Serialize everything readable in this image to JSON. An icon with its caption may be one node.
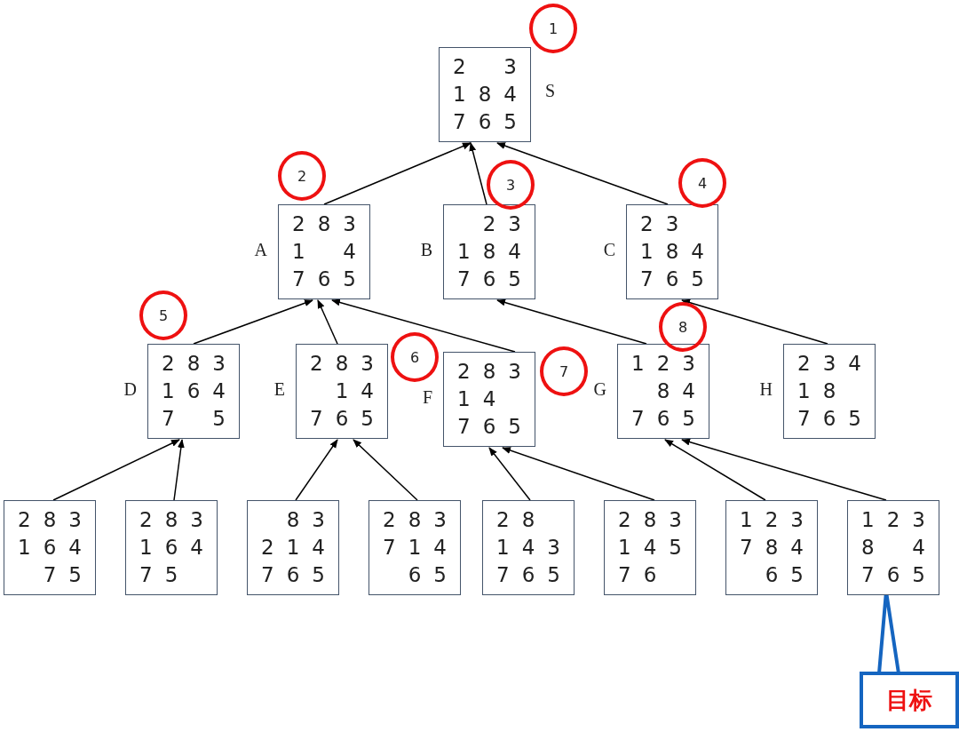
{
  "diagram": {
    "nodes": [
      {
        "text": [
          "2",
          "3",
          "1",
          "8",
          "4",
          "7",
          "6",
          "5"
        ],
        "beside": [
          "S"
        ]
      },
      {
        "text": [
          "2",
          "8",
          "3",
          "1",
          "4",
          "7",
          "6",
          "5"
        ],
        "beside": [
          "A"
        ]
      },
      {
        "text": [
          "2",
          "3",
          "1",
          "8",
          "4",
          "7",
          "6",
          "5"
        ],
        "beside": [
          "B"
        ]
      },
      {
        "text": [
          "2",
          "3",
          "1",
          "8",
          "4",
          "7",
          "6",
          "5"
        ],
        "beside": [
          "C"
        ]
      },
      {
        "text": [
          "2",
          "8",
          "3",
          "1",
          "6",
          "4",
          "7",
          "5"
        ],
        "beside": [
          "D"
        ]
      },
      {
        "text": [
          "2",
          "8",
          "3",
          "1",
          "4",
          "7",
          "6",
          "5"
        ],
        "beside": [
          "E"
        ]
      },
      {
        "text": [
          "2",
          "8",
          "3",
          "1",
          "4",
          "7",
          "6",
          "5"
        ],
        "beside": [
          "F"
        ]
      },
      {
        "text": [
          "1",
          "2",
          "3",
          "8",
          "4",
          "7",
          "6",
          "5"
        ],
        "beside": [
          "G"
        ]
      },
      {
        "text": [
          "2",
          "3",
          "4",
          "1",
          "8",
          "7",
          "6",
          "5"
        ],
        "beside": [
          "H"
        ]
      },
      {
        "text": [
          "2",
          "8",
          "3",
          "1",
          "6",
          "4",
          "7",
          "5"
        ]
      },
      {
        "text": [
          "2",
          "8",
          "3",
          "1",
          "6",
          "4",
          "7",
          "5"
        ]
      },
      {
        "text": [
          "8",
          "3",
          "2",
          "1",
          "4",
          "7",
          "6",
          "5"
        ]
      },
      {
        "text": [
          "2",
          "8",
          "3",
          "7",
          "1",
          "4",
          "6",
          "5"
        ]
      },
      {
        "text": [
          "2",
          "8",
          "1",
          "4",
          "3",
          "7",
          "6",
          "5"
        ]
      },
      {
        "text": [
          "2",
          "8",
          "3",
          "1",
          "4",
          "5",
          "7",
          "6"
        ]
      },
      {
        "text": [
          "1",
          "2",
          "3",
          "7",
          "8",
          "4",
          "6",
          "5"
        ]
      },
      {
        "text": [
          "1",
          "2",
          "3",
          "8",
          "4",
          "7",
          "6",
          "5"
        ]
      },
      {
        "text": [
          "1"
        ]
      },
      {
        "text": [
          "2"
        ]
      },
      {
        "text": [
          "3"
        ]
      },
      {
        "text": [
          "4"
        ]
      },
      {
        "text": [
          "5"
        ]
      },
      {
        "text": [
          "6"
        ]
      },
      {
        "text": [
          "7"
        ]
      },
      {
        "text": [
          "8"
        ]
      },
      {
        "text": [
          "目标"
        ]
      }
    ],
    "edges": [
      {
        "from": 1,
        "to": 0,
        "arrow": "to"
      },
      {
        "from": 2,
        "to": 0,
        "arrow": "to"
      },
      {
        "from": 3,
        "to": 0,
        "arrow": "to"
      },
      {
        "from": 4,
        "to": 1,
        "arrow": "to"
      },
      {
        "from": 5,
        "to": 1,
        "arrow": "to"
      },
      {
        "from": 6,
        "to": 1,
        "arrow": "to"
      },
      {
        "from": 7,
        "to": 2,
        "arrow": "to"
      },
      {
        "from": 8,
        "to": 3,
        "arrow": "to"
      },
      {
        "from": 9,
        "to": 4,
        "arrow": "to"
      },
      {
        "from": 10,
        "to": 4,
        "arrow": "to"
      },
      {
        "from": 11,
        "to": 5,
        "arrow": "to"
      },
      {
        "from": 12,
        "to": 5,
        "arrow": "to"
      },
      {
        "from": 13,
        "to": 6,
        "arrow": "to"
      },
      {
        "from": 14,
        "to": 6,
        "arrow": "to"
      },
      {
        "from": 15,
        "to": 7,
        "arrow": "to"
      },
      {
        "from": 16,
        "to": 7,
        "arrow": "to"
      },
      {
        "from": 25,
        "to": 16,
        "arrow": "none",
        "style": "thick",
        "color": "#1565c0"
      }
    ]
  }
}
